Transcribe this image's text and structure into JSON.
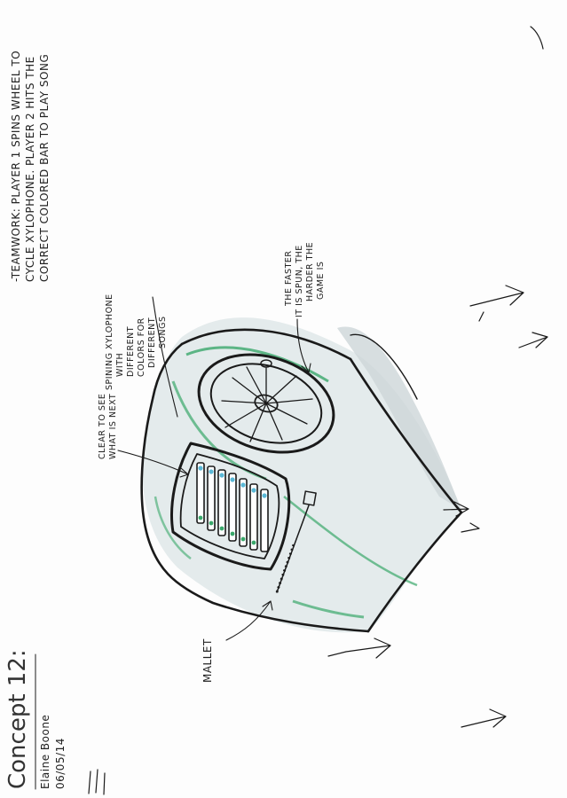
{
  "title": {
    "concept": "Concept 12:",
    "author": "Elaine Boone",
    "date": "06/05/14"
  },
  "header_note": {
    "line1": "-TEAMWORK: PLAYER 1 SPINS WHEEL TO",
    "line2": "CYCLE XYLOPHONE. PLAYER 2 HITS THE",
    "line3": "CORRECT COLORED BAR TO PLAY SONG"
  },
  "annotations": {
    "spinning_line1": "SPINING XYLOPHONE",
    "spinning_line2": "WITH",
    "spinning_line3": "DIFFERENT",
    "spinning_line4": "COLORS FOR",
    "spinning_line5": "DIFFERENT",
    "spinning_line6": "SONGS",
    "faster_line1": "THE FASTER",
    "faster_line2": "IT IS SPUN, THE",
    "faster_line3": "HARDER THE",
    "faster_line4": "GAME IS",
    "clear_line1": "CLEAR TO SEE",
    "clear_line2": "WHAT IS NEXT",
    "mallet": "MALLET"
  },
  "colors": {
    "ink": "#1a1a1a",
    "green_marker": "#3aa86b",
    "grey_marker": "#b9c2c4",
    "cool_grey": "#d7dfe0",
    "bar_blue": "#5bb8d6"
  }
}
